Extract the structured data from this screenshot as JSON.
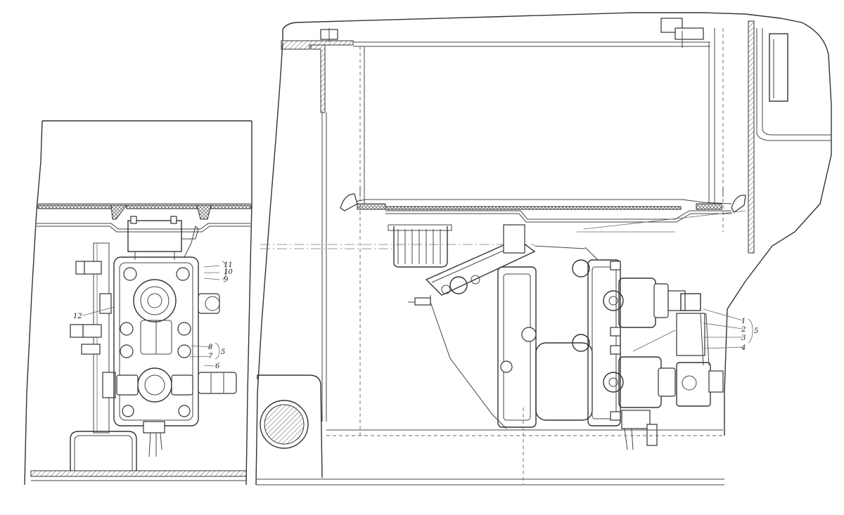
{
  "left_view": {
    "callouts": {
      "c11": "11",
      "c10": "10",
      "c9": "9",
      "c12": "12",
      "c8": "8",
      "c7": "7",
      "c5": "5",
      "c6": "6"
    }
  },
  "right_view": {
    "callouts": {
      "c1": "1",
      "c2": "2",
      "c3": "3",
      "c4": "4",
      "c5": "5"
    }
  }
}
